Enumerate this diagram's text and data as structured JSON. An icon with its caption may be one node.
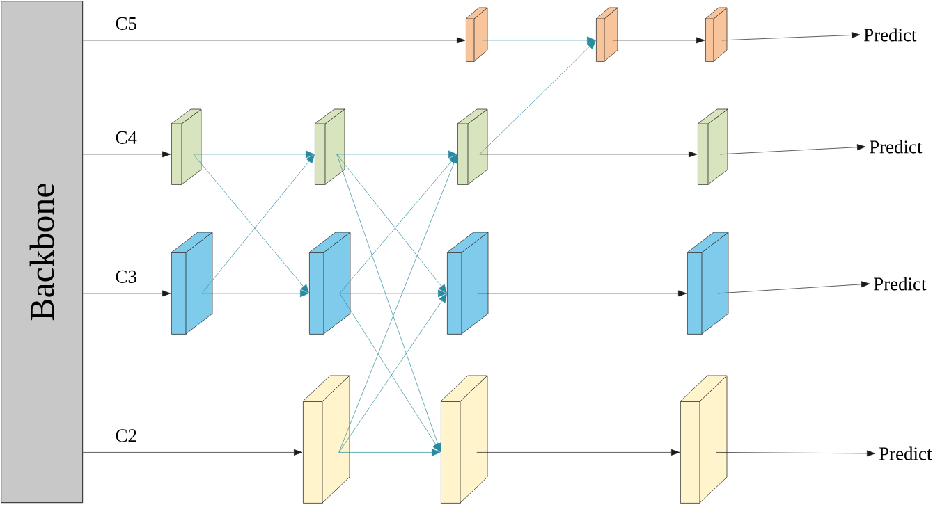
{
  "diagram": {
    "nodes": [
      {
        "text": [
          "Backbone"
        ]
      },
      {
        "text": [],
        "shape": "box"
      },
      {
        "text": [],
        "shape": "box"
      },
      {
        "text": [],
        "shape": "box"
      },
      {
        "text": [
          "Predict"
        ]
      },
      {
        "text": [],
        "shape": "box"
      },
      {
        "text": [],
        "shape": "box"
      },
      {
        "text": [],
        "shape": "box"
      },
      {
        "text": [],
        "shape": "box"
      },
      {
        "text": [
          "Predict"
        ]
      },
      {
        "text": [],
        "shape": "box"
      },
      {
        "text": [],
        "shape": "box"
      },
      {
        "text": [],
        "shape": "box"
      },
      {
        "text": [],
        "shape": "box"
      },
      {
        "text": [
          "Predict"
        ]
      },
      {
        "text": [],
        "shape": "box"
      },
      {
        "text": [],
        "shape": "box"
      },
      {
        "text": [],
        "shape": "box"
      },
      {
        "text": [
          "Predict"
        ]
      }
    ],
    "edges": [
      {
        "from": 0,
        "to": 1,
        "arrow": "to",
        "label": "C5",
        "color": "#1a1a1a"
      },
      {
        "from": 0,
        "to": 5,
        "arrow": "to",
        "label": "C4",
        "color": "#1a1a1a"
      },
      {
        "from": 0,
        "to": 10,
        "arrow": "to",
        "label": "C3",
        "color": "#1a1a1a"
      },
      {
        "from": 0,
        "to": 15,
        "arrow": "to",
        "label": "C2",
        "color": "#1a1a1a"
      },
      {
        "from": 5,
        "to": 6,
        "arrow": "to"
      },
      {
        "from": 5,
        "to": 11,
        "arrow": "to"
      },
      {
        "from": 10,
        "to": 6,
        "arrow": "to"
      },
      {
        "from": 10,
        "to": 11,
        "arrow": "to"
      },
      {
        "from": 6,
        "to": 7,
        "arrow": "to"
      },
      {
        "from": 6,
        "to": 12,
        "arrow": "to"
      },
      {
        "from": 6,
        "to": 16,
        "arrow": "to"
      },
      {
        "from": 11,
        "to": 7,
        "arrow": "to"
      },
      {
        "from": 11,
        "to": 12,
        "arrow": "to"
      },
      {
        "from": 11,
        "to": 16,
        "arrow": "to"
      },
      {
        "from": 15,
        "to": 7,
        "arrow": "to"
      },
      {
        "from": 15,
        "to": 12,
        "arrow": "to"
      },
      {
        "from": 15,
        "to": 16,
        "arrow": "to"
      },
      {
        "from": 1,
        "to": 2,
        "arrow": "to"
      },
      {
        "from": 7,
        "to": 2,
        "arrow": "to"
      },
      {
        "from": 2,
        "to": 3,
        "arrow": "to",
        "color": "#1a1a1a"
      },
      {
        "from": 7,
        "to": 8,
        "arrow": "to",
        "color": "#1a1a1a"
      },
      {
        "from": 12,
        "to": 13,
        "arrow": "to",
        "color": "#1a1a1a"
      },
      {
        "from": 16,
        "to": 17,
        "arrow": "to",
        "color": "#1a1a1a"
      },
      {
        "from": 3,
        "to": 4,
        "arrow": "to",
        "color": "#1a1a1a"
      },
      {
        "from": 8,
        "to": 9,
        "arrow": "to",
        "color": "#1a1a1a"
      },
      {
        "from": 13,
        "to": 14,
        "arrow": "to",
        "color": "#1a1a1a"
      },
      {
        "from": 17,
        "to": 18,
        "arrow": "to",
        "color": "#1a1a1a"
      }
    ]
  }
}
